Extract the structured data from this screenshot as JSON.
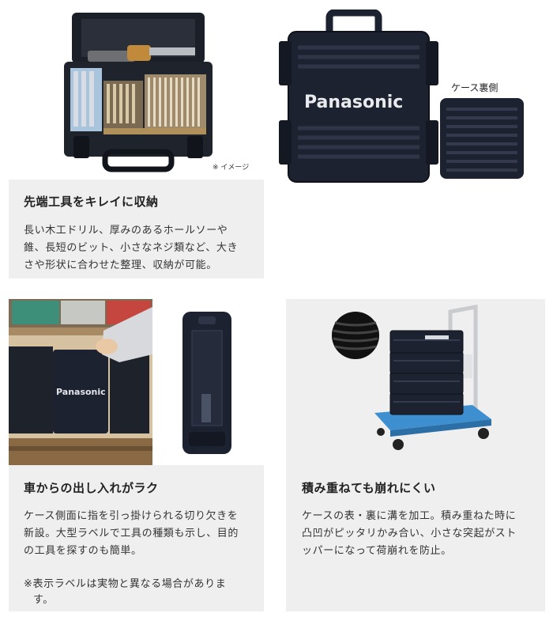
{
  "features": [
    {
      "title": "先端工具をキレイに収納",
      "body": [
        "長い木工ドリル、厚みのあるホールソーや",
        "錐、長短のビット、小さなネジ類など、大き",
        "さや形状に合わせた整理、収納が可能。"
      ],
      "image_note": "※ イメージ"
    },
    {
      "brand": "Panasonic",
      "caption": "ケース裏側"
    },
    {
      "title": "車からの出し入れがラク",
      "body": [
        "ケース側面に指を引っ掛けられる切り欠きを",
        "新設。大型ラベルで工具の種類も示し、目的",
        "の工具を探すのも簡単。"
      ],
      "note": [
        "※表示ラベルは実物と異なる場合がありま",
        "す。"
      ],
      "brand": "Panasonic"
    },
    {
      "title": "積み重ねても崩れにくい",
      "body": [
        "ケースの表・裏に溝を加工。積み重ねた時に",
        "凸凹がピッタリかみ合い、小さな突起がスト",
        "ッパーになって荷崩れを防止。"
      ]
    }
  ],
  "colors": {
    "card_bg": "#efefef",
    "case_dark": "#1d2230",
    "cart_blue": "#3d8fd0"
  }
}
